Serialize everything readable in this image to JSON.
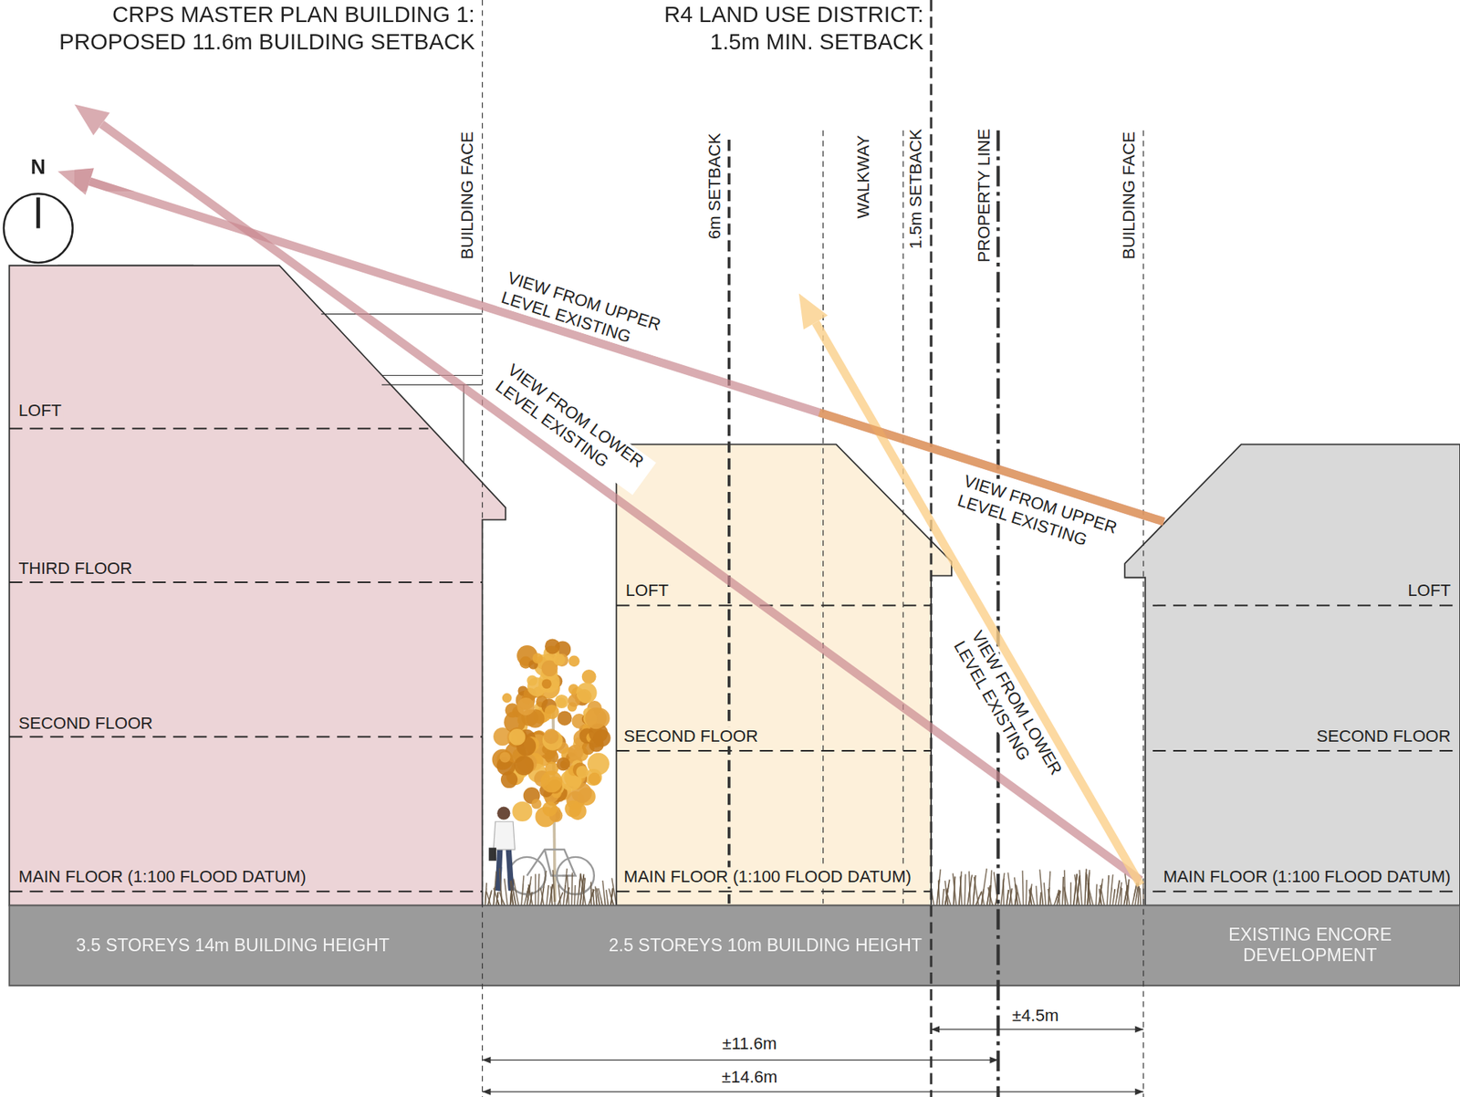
{
  "diagram": {
    "nodes": [
      {
        "text": [
          "LOFT",
          "THIRD FLOOR",
          "SECOND FLOOR",
          "MAIN FLOOR (1:100 FLOOD DATUM)"
        ]
      },
      {
        "text": [
          "LOFT",
          "SECOND FLOOR",
          "MAIN FLOOR (1:100 FLOOD DATUM)"
        ]
      },
      {
        "text": [
          "LOFT",
          "SECOND FLOOR",
          "MAIN FLOOR (1:100 FLOOD DATUM)"
        ]
      },
      {
        "text": [
          "3.5 STOREYS 14m BUILDING HEIGHT",
          "2.5 STOREYS 10m BUILDING HEIGHT",
          "EXISTING ENCORE DEVELOPMENT"
        ]
      },
      {
        "text": [
          "N"
        ]
      }
    ],
    "labels": [
      "CRPS MASTER PLAN BUILDING 1: PROPOSED 11.6m BUILDING SETBACK",
      "R4 LAND USE DISTRICT: 1.5m MIN. SETBACK",
      "BUILDING FACE",
      "6m SETBACK",
      "WALKWAY",
      "1.5m SETBACK",
      "PROPERTY LINE",
      "BUILDING FACE",
      "VIEW FROM UPPER LEVEL EXISTING",
      "VIEW FROM LOWER LEVEL EXISTING",
      "VIEW FROM UPPER LEVEL EXISTING",
      "VIEW FROM LOWER LEVEL EXISTING",
      "±4.5m",
      "±11.6m",
      "±14.6m"
    ]
  }
}
